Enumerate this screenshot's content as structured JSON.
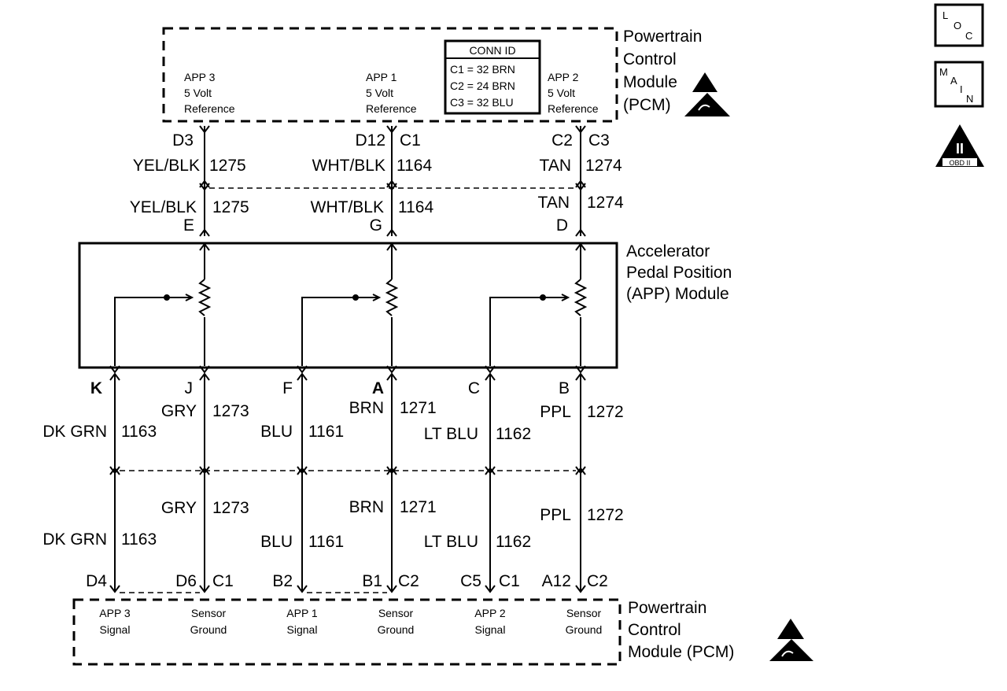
{
  "pcm_top": {
    "title_lines": [
      "Powertrain",
      "Control",
      "Module",
      "(PCM)"
    ],
    "refs": [
      {
        "name": "APP 3",
        "line2": "5 Volt",
        "line3": "Reference"
      },
      {
        "name": "APP 1",
        "line2": "5 Volt",
        "line3": "Reference"
      },
      {
        "name": "APP 2",
        "line2": "5 Volt",
        "line3": "Reference"
      }
    ],
    "conn_id": {
      "title": "CONN ID",
      "lines": [
        "C1 = 32 BRN",
        "C2 = 24 BRN",
        "C3 = 32 BLU"
      ]
    }
  },
  "upper_wires": [
    {
      "pin": "D3",
      "conn": "",
      "color": "YEL/BLK",
      "circuit": "1275",
      "color2": "YEL/BLK",
      "circuit2": "1275",
      "module_pin": "E"
    },
    {
      "pin": "D12",
      "conn": "C1",
      "color": "WHT/BLK",
      "circuit": "1164",
      "color2": "WHT/BLK",
      "circuit2": "1164",
      "module_pin": "G"
    },
    {
      "pin": "C2",
      "conn": "C3",
      "color": "TAN",
      "circuit": "1274",
      "color2": "TAN",
      "circuit2": "1274",
      "module_pin": "D"
    }
  ],
  "app_module": {
    "title_lines": [
      "Accelerator",
      "Pedal Position",
      "(APP) Module"
    ]
  },
  "lower_wires": [
    {
      "module_pin": "K",
      "color": "DK GRN",
      "circuit": "1163",
      "color2": "DK GRN",
      "circuit2": "1163",
      "pcm_pin": "D4",
      "pcm_conn": ""
    },
    {
      "module_pin": "J",
      "color": "GRY",
      "circuit": "1273",
      "color2": "GRY",
      "circuit2": "1273",
      "pcm_pin": "D6",
      "pcm_conn": "C1"
    },
    {
      "module_pin": "F",
      "color": "BLU",
      "circuit": "1161",
      "color2": "BLU",
      "circuit2": "1161",
      "pcm_pin": "B2",
      "pcm_conn": ""
    },
    {
      "module_pin": "A",
      "color": "BRN",
      "circuit": "1271",
      "color2": "BRN",
      "circuit2": "1271",
      "pcm_pin": "B1",
      "pcm_conn": "C2"
    },
    {
      "module_pin": "C",
      "color": "LT BLU",
      "circuit": "1162",
      "color2": "LT BLU",
      "circuit2": "1162",
      "pcm_pin": "C5",
      "pcm_conn": "C1"
    },
    {
      "module_pin": "B",
      "color": "PPL",
      "circuit": "1272",
      "color2": "PPL",
      "circuit2": "1272",
      "pcm_pin": "A12",
      "pcm_conn": "C2"
    }
  ],
  "pcm_bottom": {
    "title_lines": [
      "Powertrain",
      "Control",
      "Module (PCM)"
    ],
    "labels": [
      {
        "l1": "APP 3",
        "l2": "Signal"
      },
      {
        "l1": "Sensor",
        "l2": "Ground"
      },
      {
        "l1": "APP 1",
        "l2": "Signal"
      },
      {
        "l1": "Sensor",
        "l2": "Ground"
      },
      {
        "l1": "APP 2",
        "l2": "Signal"
      },
      {
        "l1": "Sensor",
        "l2": "Ground"
      }
    ]
  },
  "side_icons": {
    "loc": [
      "L",
      "O",
      "C"
    ],
    "main": [
      "M",
      "A",
      "I",
      "N"
    ],
    "obd": {
      "numeral": "II",
      "label": "OBD II"
    }
  }
}
